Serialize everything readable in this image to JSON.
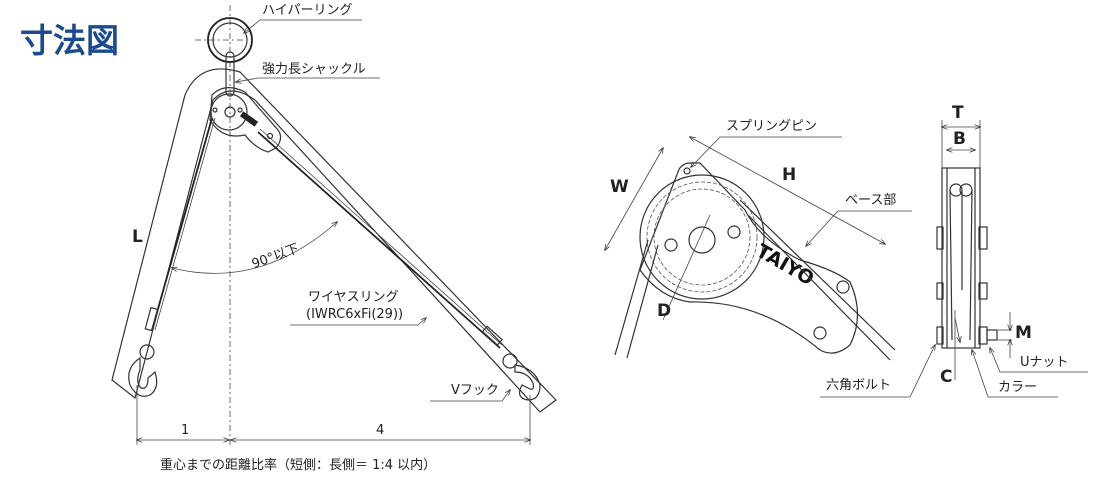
{
  "title": "寸法図",
  "colors": {
    "title": "#1a4b8c",
    "line": "#333333"
  },
  "left_view": {
    "hyper_ring": "ハイパーリング",
    "shackle": "強力長シャックル",
    "length_label": "L",
    "angle_label": "90°以下",
    "wire_sling": "ワイヤスリング",
    "wire_spec": "(IWRC6xFi(29))",
    "v_hook": "Vフック",
    "ratio_short": "1",
    "ratio_long": "4",
    "caption": "重心までの距離比率（短側：長側＝ 1:4 以内）"
  },
  "front_view": {
    "spring_pin": "スプリングピン",
    "base": "ベース部",
    "W": "W",
    "H": "H",
    "D": "D",
    "brand": "TAIYO"
  },
  "side_view": {
    "T": "T",
    "B": "B",
    "C": "C",
    "M": "M",
    "u_nut": "Uナット",
    "collar": "カラー",
    "hex_bolt": "六角ボルト"
  }
}
